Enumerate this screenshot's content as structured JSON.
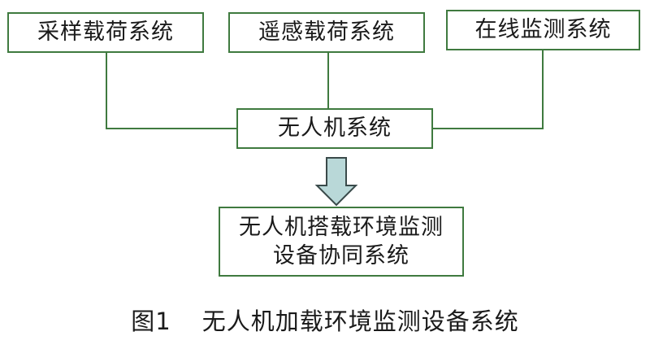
{
  "boxes": {
    "sampling": "采样载荷系统",
    "remote": "遥感载荷系统",
    "online": "在线监测系统",
    "uav": "无人机系统",
    "collab_line1": "无人机搭载环境监测",
    "collab_line2": "设备协同系统"
  },
  "caption": {
    "number": "图1",
    "title": "无人机加载环境监测设备系统"
  },
  "colors": {
    "box_border": "#3f7a3f",
    "connector": "#3f7a3f",
    "arrow_fill": "#b9d8d8",
    "arrow_stroke": "#3a4a4a"
  }
}
